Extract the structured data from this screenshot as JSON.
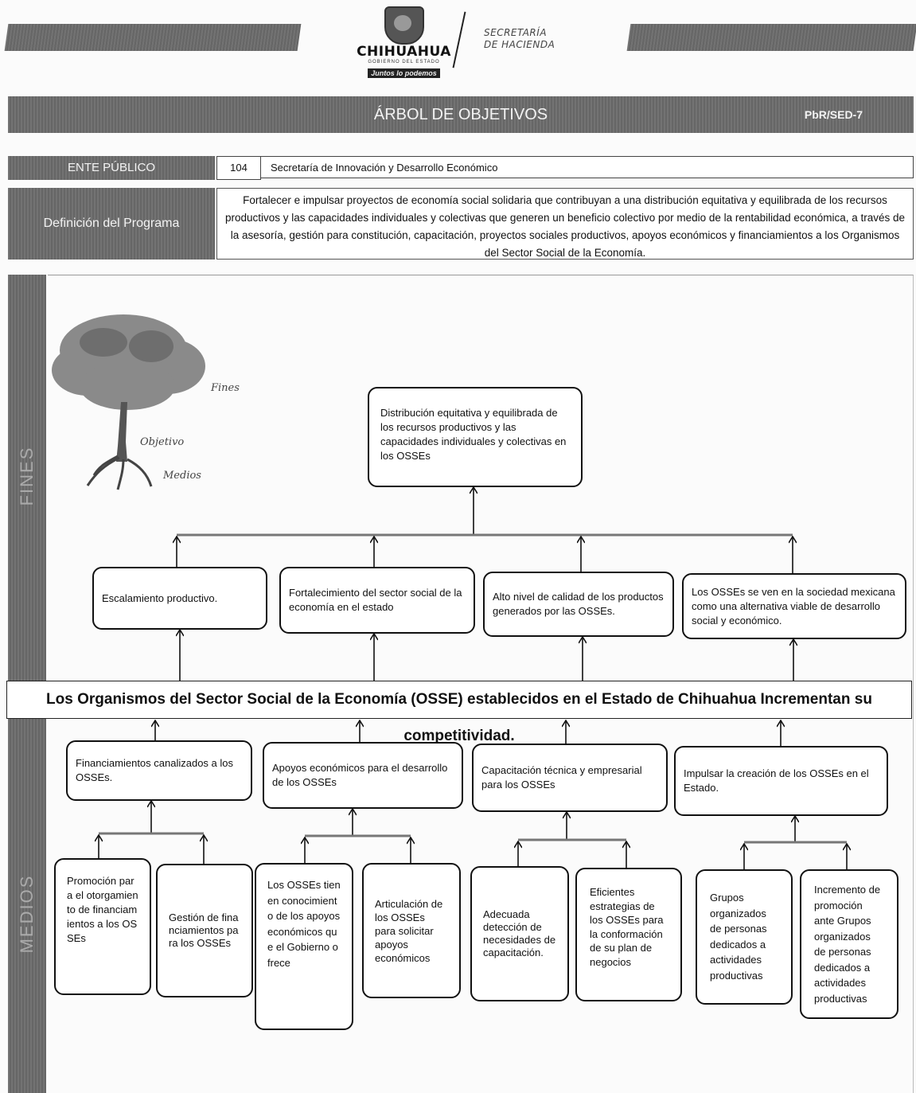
{
  "header": {
    "logo": {
      "name": "CHIHUAHUA",
      "subtitle": "GOBIERNO DEL ESTADO",
      "tagline": "Juntos lo podemos"
    },
    "department_line1": "SECRETARÍA",
    "department_line2": "DE HACIENDA"
  },
  "title_bar": {
    "title": "ÁRBOL DE OBJETIVOS",
    "code": "PbR/SED-7"
  },
  "ente": {
    "label": "ENTE PÚBLICO",
    "code": "104",
    "name": "Secretaría de Innovación y Desarrollo Económico"
  },
  "definicion": {
    "label": "Definición del Programa",
    "text": "Fortalecer e impulsar proyectos de economía social solidaria que contribuyan a una distribución equitativa y equilibrada de los recursos productivos y las capacidades individuales y colectivas que generen un beneficio colectivo por medio de la rentabilidad económica, a través de la asesoría, gestión para constitución, capacitación, proyectos sociales productivos, apoyos económicos y financiamientos a los Organismos del Sector Social de la Economía."
  },
  "side_labels": {
    "fines": "FINES",
    "medios": "MEDIOS"
  },
  "tree_legend": {
    "fines": "Fines",
    "objetivo": "Objetivo",
    "medios": "Medios"
  },
  "fin_superior": "Distribución equitativa y equilibrada de los recursos productivos y las capacidades individuales y colectivas en los OSSEs",
  "fines": [
    "Escalamiento productivo.",
    "Fortalecimiento del sector social de la economía en el estado",
    "Alto nivel de calidad de los productos generados por las OSSEs.",
    "Los OSSEs se ven en la sociedad mexicana como una alternativa viable de desarrollo social y económico."
  ],
  "objetivo": "Los Organismos del Sector Social de la Economía (OSSE) establecidos en el Estado de Chihuahua Incrementan su competitividad.",
  "medios": [
    "Financiamientos canalizados a los OSSEs.",
    "Apoyos económicos para el desarrollo de los OSSEs",
    "Capacitación técnica y empresarial para los OSSEs",
    "Impulsar la creación de los OSSEs en el Estado."
  ],
  "sub_medios": [
    "Promoción para el otorgamiento de financiamientos a los OSSEs",
    "Gestión de financiamientos para los OSSEs",
    "Los OSSEs tienen conocimiento de los apoyos económicos que el Gobierno ofrece",
    "Articulación de los OSSEs para solicitar apoyos económicos",
    "Adecuada detección de necesidades de capacitación.",
    "Eficientes estrategias de los OSSEs para la conformación de su plan de negocios",
    "Grupos organizados de personas dedicados a actividades productivas",
    "Incremento de promoción ante Grupos organizados de personas dedicados a actividades productivas"
  ],
  "colors": {
    "band": "#6c6c6c",
    "band_text": "#f3f3f3",
    "box_border": "#111111"
  }
}
